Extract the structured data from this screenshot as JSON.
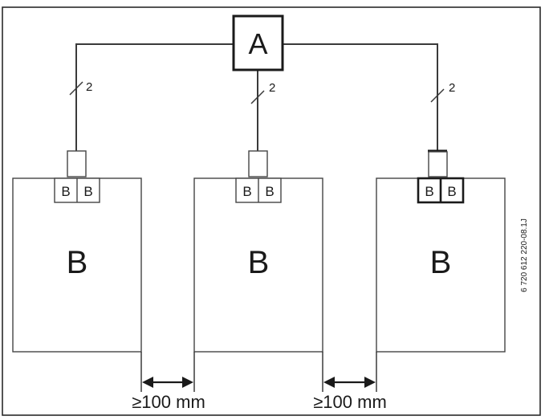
{
  "controller": {
    "label": "A"
  },
  "units": [
    {
      "label": "B",
      "connector_labels": [
        "B",
        "B"
      ],
      "wire_count": "2"
    },
    {
      "label": "B",
      "connector_labels": [
        "B",
        "B"
      ],
      "wire_count": "2"
    },
    {
      "label": "B",
      "connector_labels": [
        "B",
        "B"
      ],
      "wire_count": "2"
    }
  ],
  "spacing": [
    {
      "label": "≥100 mm"
    },
    {
      "label": "≥100 mm"
    }
  ],
  "reference_code": "6 720 612 220-08.1J"
}
